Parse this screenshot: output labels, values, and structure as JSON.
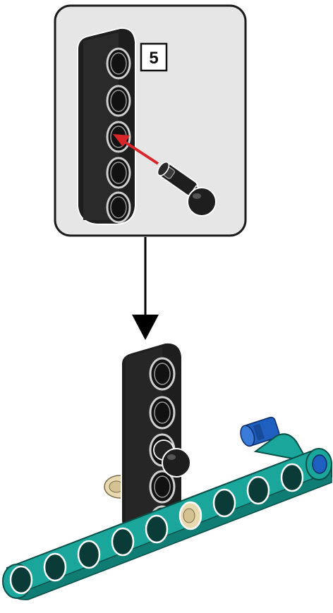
{
  "instruction": {
    "step_number": "5",
    "callout": {
      "background": "#e6e6e6",
      "border": "#1b1b1b",
      "arrow_color": "#d8262b",
      "parts": [
        "black-5-hole-beam",
        "black-ball-joint-pin"
      ]
    },
    "connector_arrow_color": "#000000",
    "assembly": {
      "parts": [
        "black-5-hole-beam",
        "black-ball-joint-pin",
        "teal-bent-beam",
        "tan-pin",
        "blue-axle-pin"
      ],
      "colors": {
        "black_beam": "#1e1e1e",
        "teal_beam": "#1aa69b",
        "teal_dark": "#0f7d74",
        "tan_pin": "#e8d9b0",
        "blue_pin": "#1f5fbf"
      }
    }
  }
}
